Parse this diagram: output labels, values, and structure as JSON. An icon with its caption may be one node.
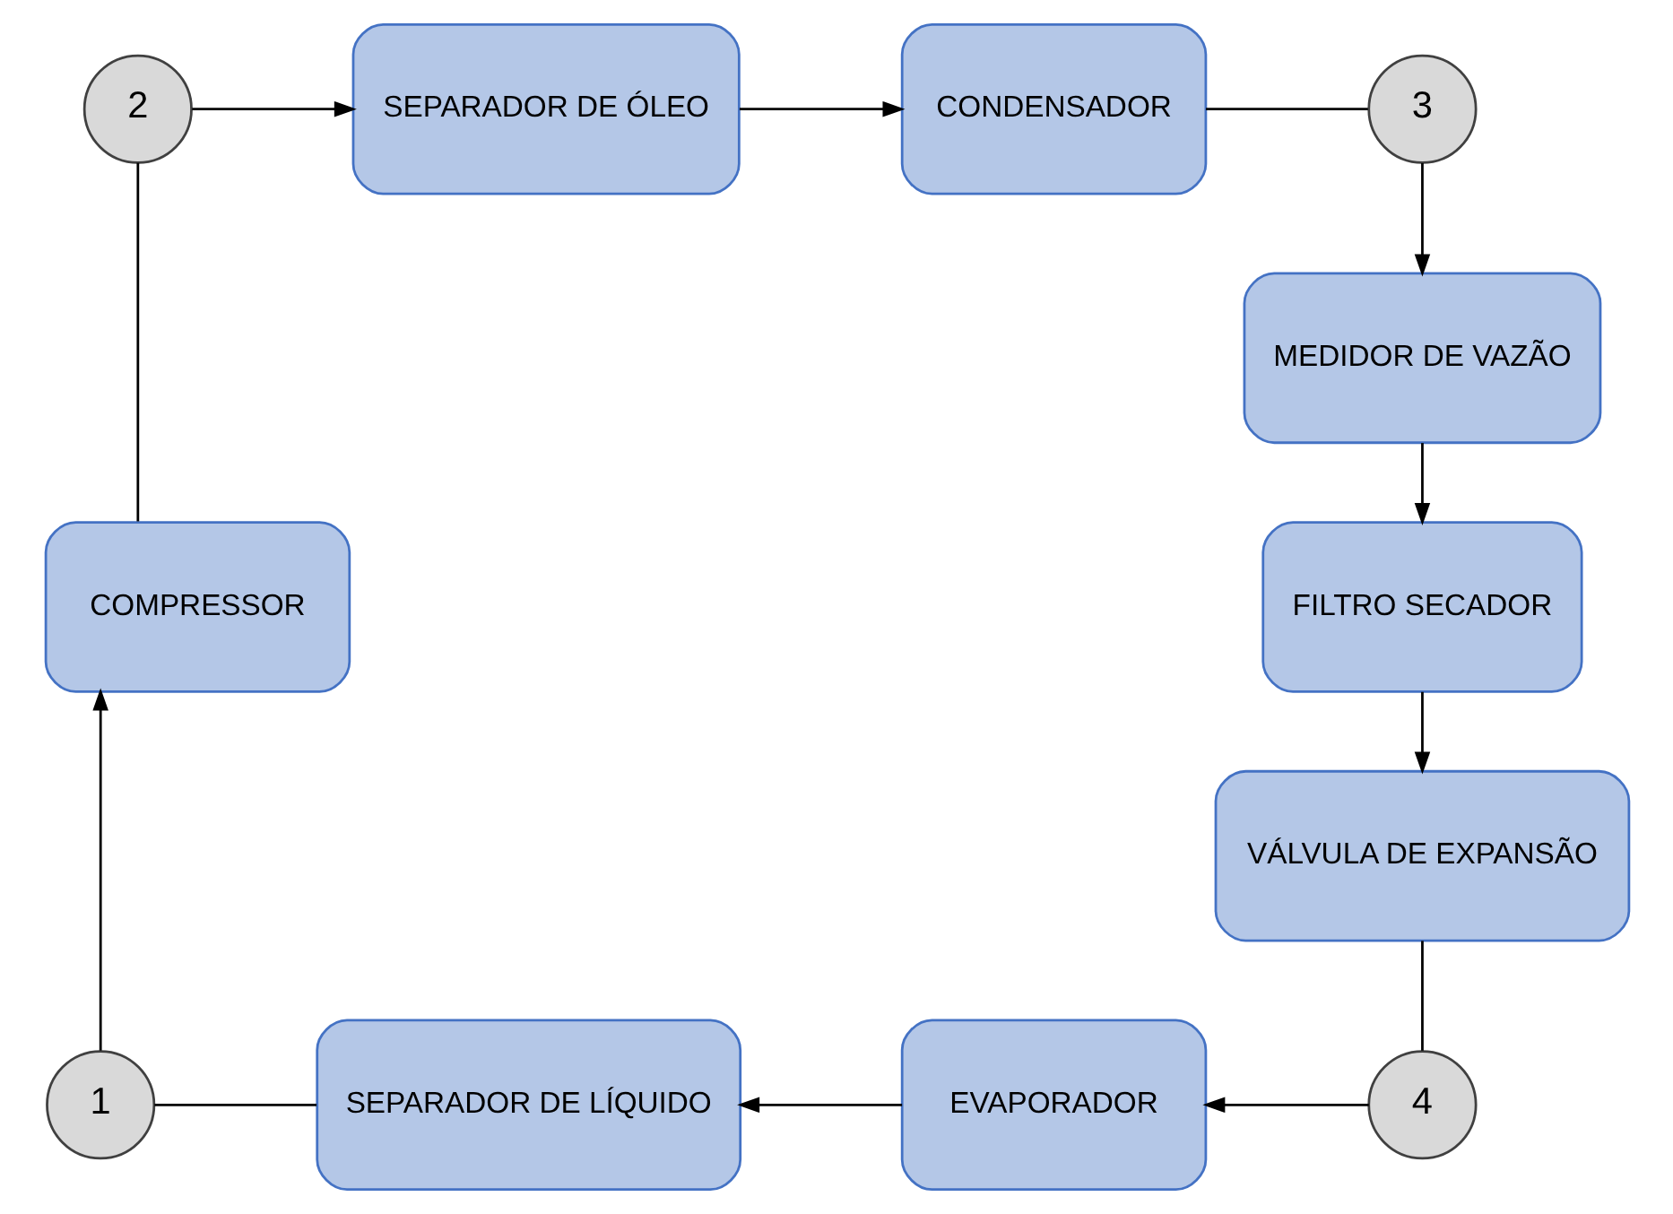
{
  "diagram": {
    "nodes": [
      {
        "text": [
          "2"
        ]
      },
      {
        "text": [
          "SEPARADOR DE ÓLEO"
        ]
      },
      {
        "text": [
          "CONDENSADOR"
        ]
      },
      {
        "text": [
          "3"
        ]
      },
      {
        "text": [
          "MEDIDOR DE VAZÃO"
        ]
      },
      {
        "text": [
          "COMPRESSOR"
        ]
      },
      {
        "text": [
          "FILTRO SECADOR"
        ]
      },
      {
        "text": [
          "VÁLVULA DE EXPANSÃO"
        ]
      },
      {
        "text": [
          "1"
        ]
      },
      {
        "text": [
          "SEPARADOR DE LÍQUIDO"
        ]
      },
      {
        "text": [
          "EVAPORADOR"
        ]
      },
      {
        "text": [
          "4"
        ]
      }
    ],
    "edges": [
      {
        "from": 0,
        "to": 1,
        "arrow": "to"
      },
      {
        "from": 1,
        "to": 2,
        "arrow": "to"
      },
      {
        "from": 2,
        "to": 3,
        "arrow": "none"
      },
      {
        "from": 3,
        "to": 4,
        "arrow": "to"
      },
      {
        "from": 4,
        "to": 6,
        "arrow": "to"
      },
      {
        "from": 6,
        "to": 7,
        "arrow": "to"
      },
      {
        "from": 7,
        "to": 11,
        "arrow": "none"
      },
      {
        "from": 11,
        "to": 10,
        "arrow": "to"
      },
      {
        "from": 10,
        "to": 9,
        "arrow": "to"
      },
      {
        "from": 9,
        "to": 8,
        "arrow": "none"
      },
      {
        "from": 8,
        "to": 5,
        "arrow": "to"
      },
      {
        "from": 5,
        "to": 0,
        "arrow": "none"
      }
    ]
  }
}
